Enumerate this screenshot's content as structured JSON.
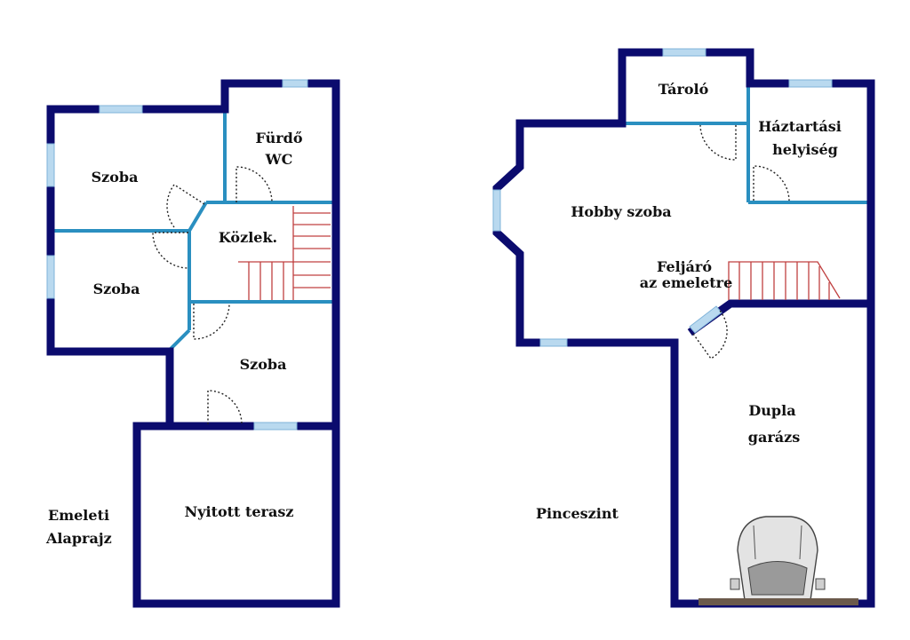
{
  "plan_left": {
    "rooms": {
      "szoba_top": "Szoba",
      "furdo_line1": "Fürdő",
      "furdo_line2": "WC",
      "kozlek": "Közlek.",
      "szoba_mid": "Szoba",
      "szoba_bottom": "Szoba",
      "terasz": "Nyitott terasz"
    },
    "caption_line1": "Emeleti",
    "caption_line2": "Alaprajz"
  },
  "plan_right": {
    "rooms": {
      "tarolo": "Tároló",
      "haztartasi_line1": "Háztartási",
      "haztartasi_line2": "helyiség",
      "hobby": "Hobby szoba",
      "feljaro_line1": "Feljáró",
      "feljaro_line2": "az emeletre",
      "garazs_line1": "Dupla",
      "garazs_line2": "garázs"
    },
    "caption": "Pinceszint"
  },
  "colors": {
    "outer_wall": "#0b0b6e",
    "inner_wall": "#2a8fc0",
    "window": "#b9d9ef",
    "stairs": "#c04040"
  },
  "icons": [
    "door-swing-icon",
    "window-icon",
    "staircase-icon",
    "car-icon"
  ]
}
